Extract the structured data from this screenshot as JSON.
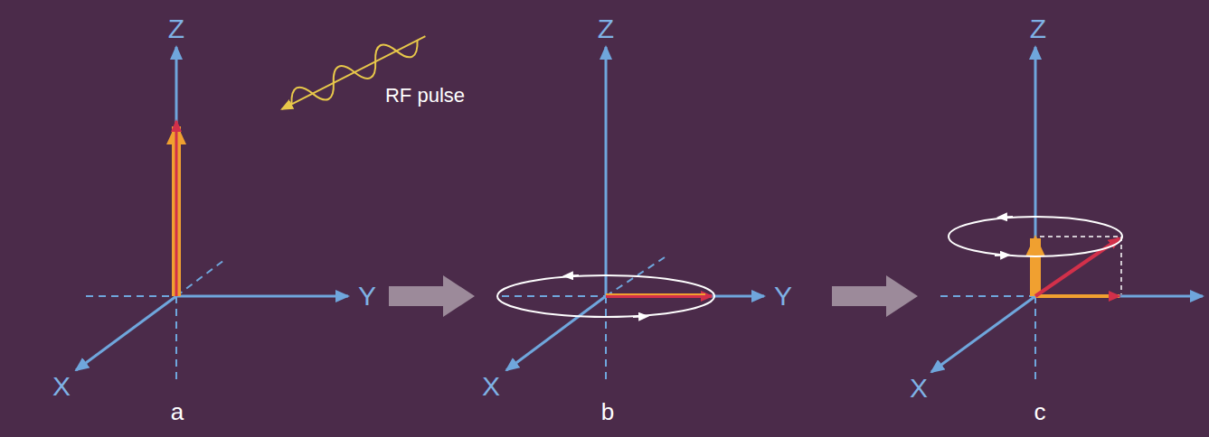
{
  "diagram": {
    "labels": [
      "Z",
      "RF pulse",
      "Y",
      "X",
      "a",
      "Z",
      "Y",
      "X",
      "b",
      "Z",
      "X",
      "c"
    ]
  }
}
